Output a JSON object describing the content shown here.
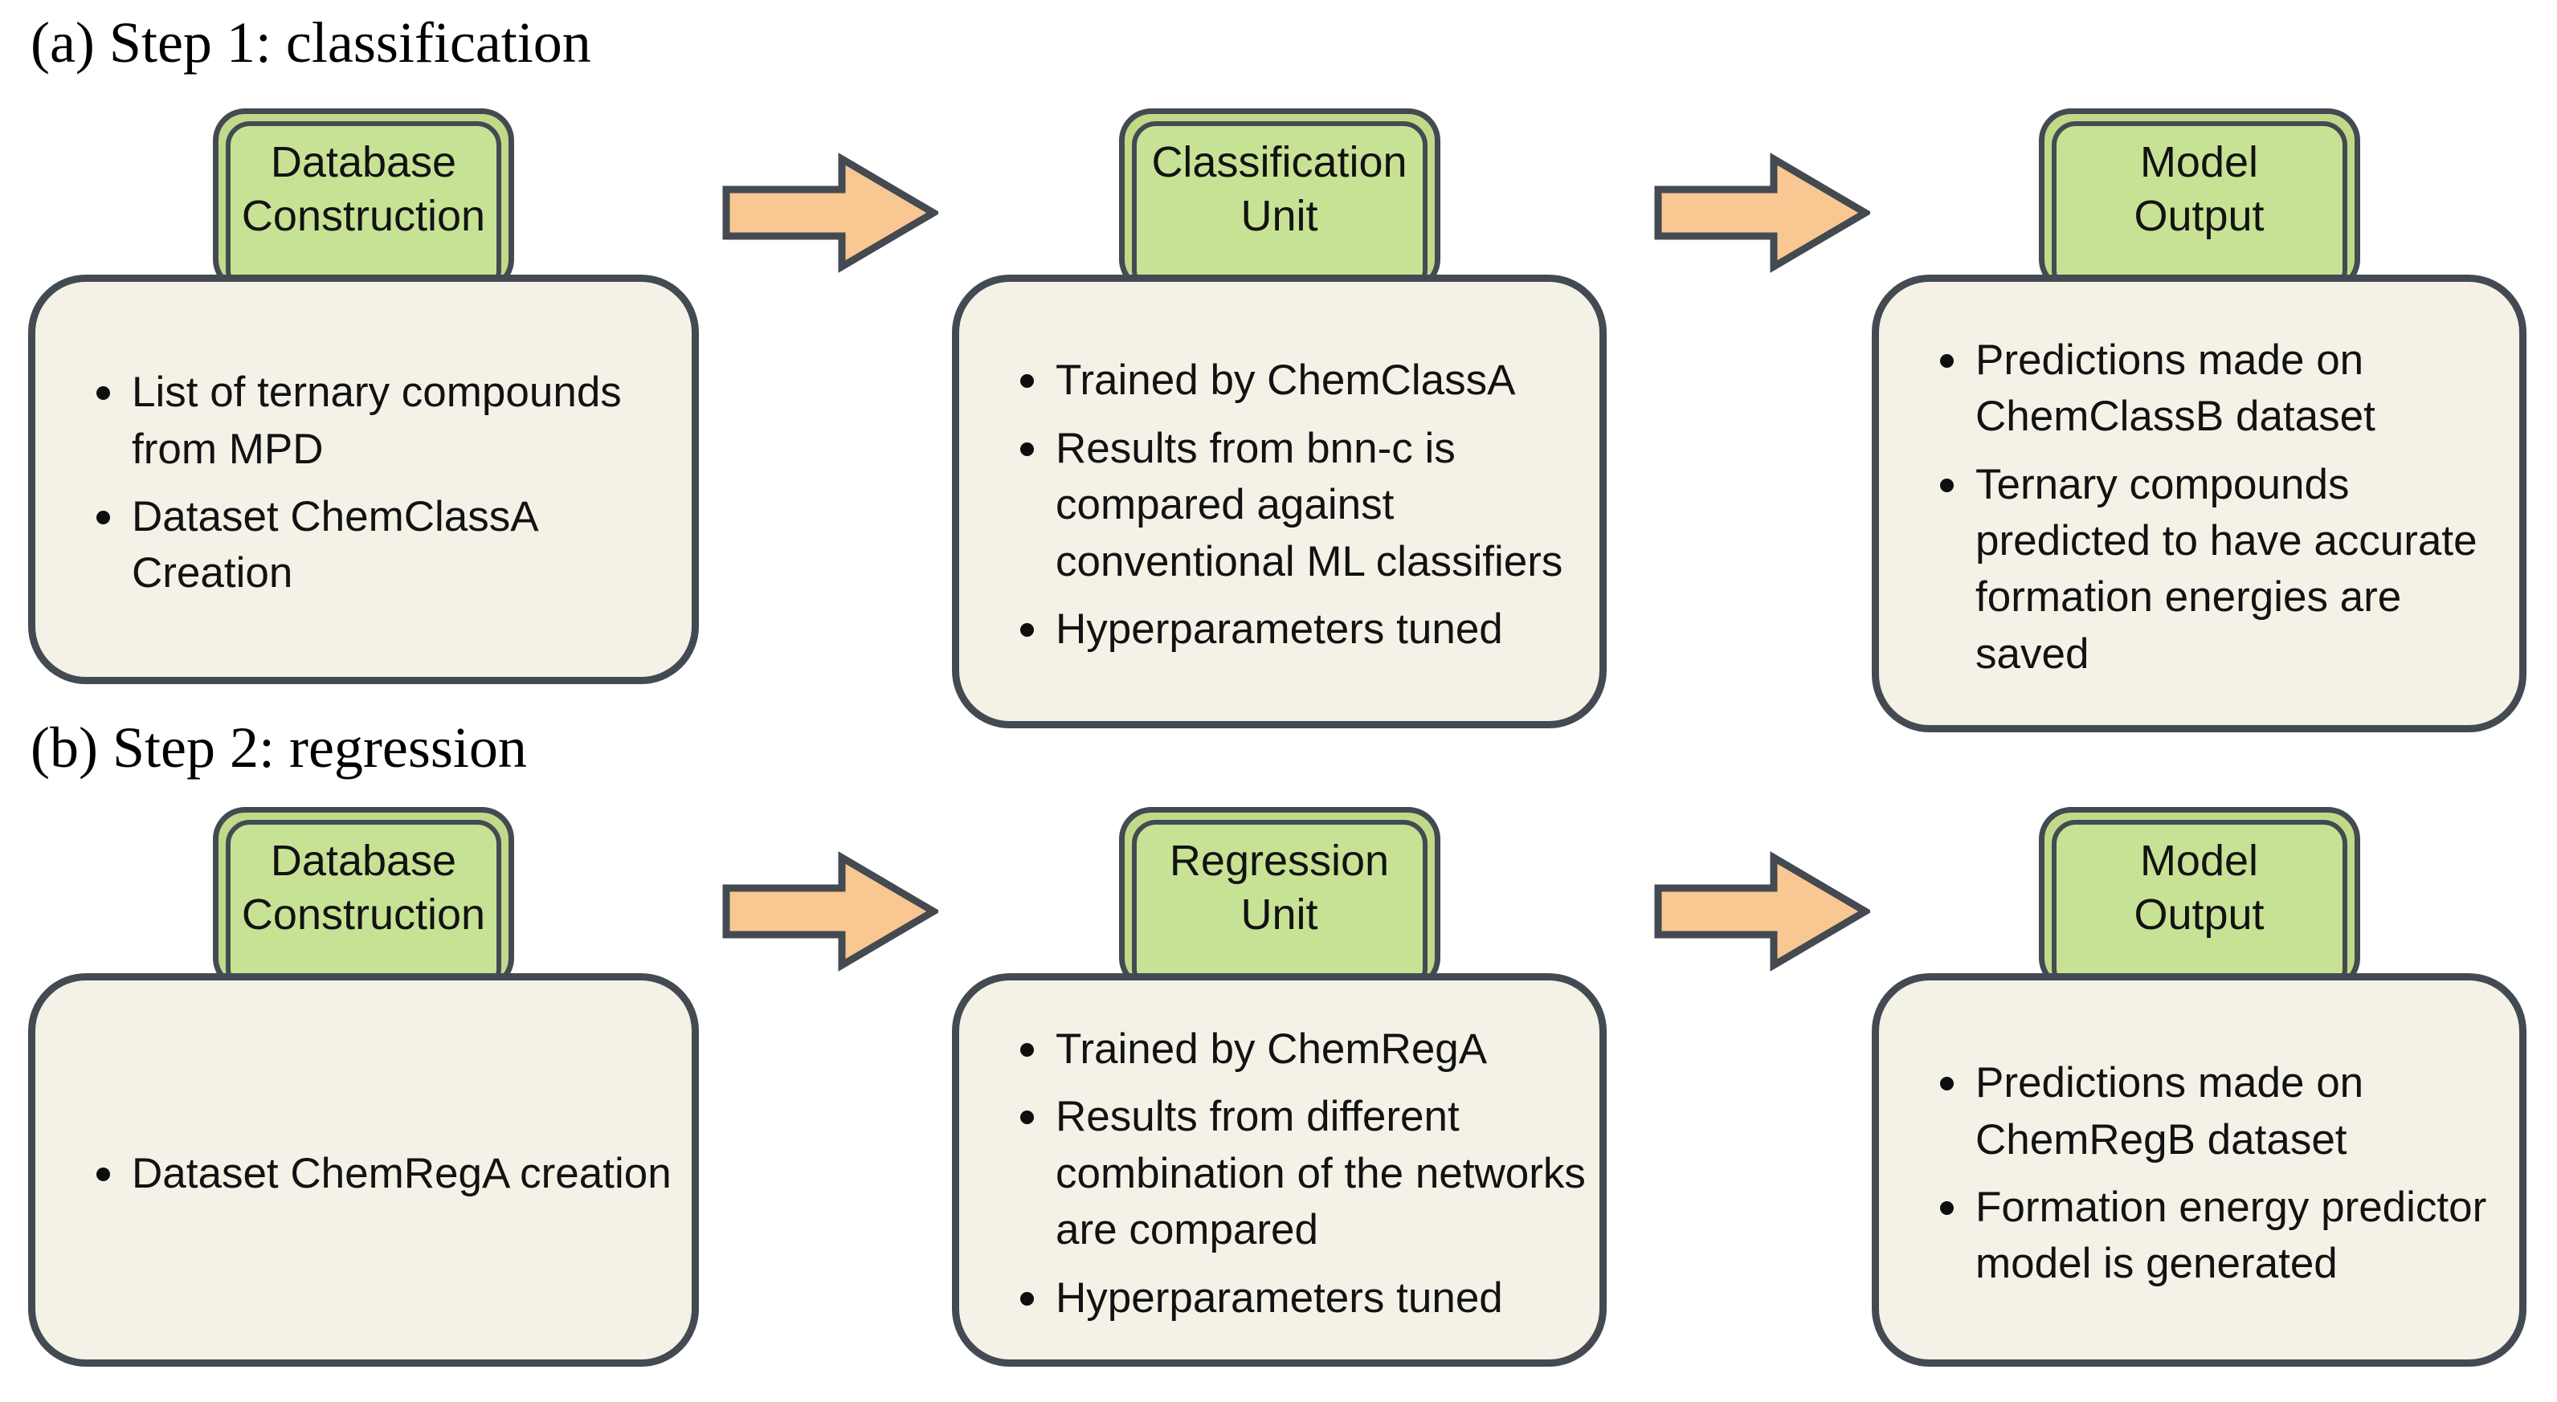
{
  "colors": {
    "border": "#434a51",
    "green_fill": "#c8e295",
    "green_ring": "#c0da8a",
    "beige_fill": "#f4f1e7",
    "arrow_fill": "#f9c791",
    "text": "#121212"
  },
  "sections": [
    {
      "title": "(a) Step 1: classification",
      "units": [
        {
          "header": "Database\nConstruction",
          "bullets": [
            "List of ternary compounds from MPD",
            "Dataset ChemClassA Creation"
          ]
        },
        {
          "header": "Classification\nUnit",
          "bullets": [
            "Trained by ChemClassA",
            "Results from bnn-c is compared against conventional ML classifiers",
            "Hyperparameters tuned"
          ]
        },
        {
          "header": "Model\nOutput",
          "bullets": [
            "Predictions made on ChemClassB dataset",
            "Ternary compounds predicted to have accurate formation energies are saved"
          ]
        }
      ]
    },
    {
      "title": "(b) Step 2: regression",
      "units": [
        {
          "header": "Database\nConstruction",
          "bullets": [
            "Dataset ChemRegA creation"
          ]
        },
        {
          "header": "Regression\nUnit",
          "bullets": [
            "Trained by ChemRegA",
            "Results from different combination of the networks are compared",
            "Hyperparameters tuned"
          ]
        },
        {
          "header": "Model\nOutput",
          "bullets": [
            "Predictions made on ChemRegB dataset",
            "Formation energy predictor model is generated"
          ]
        }
      ]
    }
  ]
}
